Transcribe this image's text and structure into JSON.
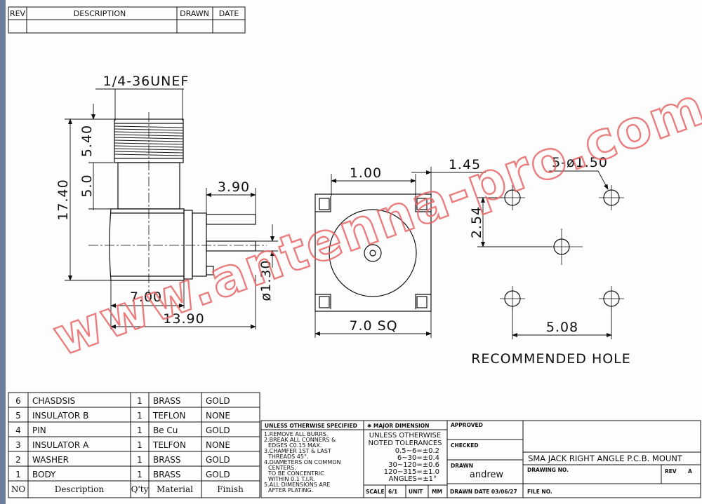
{
  "revision_block": {
    "headers": {
      "rev": "REV",
      "description": "DESCRIPTION",
      "drawn": "DRAWN",
      "date": "DATE"
    }
  },
  "watermark": "www.antenna-pro.com",
  "dimensions": {
    "thread": "1/4-36UNEF",
    "d_5_40": "5.40",
    "d_5_0": "5.0",
    "d_17_40": "17.40",
    "d_3_90": "3.90",
    "d_1_30": "ø1.30",
    "d_7_00": "7.00",
    "d_13_90": "13.90",
    "d_1_00": "1.00",
    "d_1_45": "1.45",
    "d_7_0_sq": "7.0 SQ",
    "holes": "5-ø1.50",
    "d_2_54": "2.54",
    "d_5_08": "5.08"
  },
  "recommended_hole_label": "RECOMMENDED HOLE",
  "bom": {
    "header": {
      "no": "NO",
      "description": "Description",
      "qty": "Q'ty",
      "material": "Material",
      "finish": "Finish"
    },
    "rows": [
      {
        "no": "6",
        "description": "CHASDSIS",
        "qty": "1",
        "material": "BRASS",
        "finish": "GOLD"
      },
      {
        "no": "5",
        "description": "INSULATOR B",
        "qty": "1",
        "material": "TEFLON",
        "finish": "NONE"
      },
      {
        "no": "4",
        "description": "PIN",
        "qty": "1",
        "material": "Be Cu",
        "finish": "GOLD"
      },
      {
        "no": "3",
        "description": "INSULATOR A",
        "qty": "1",
        "material": "TELFON",
        "finish": "NONE"
      },
      {
        "no": "2",
        "description": "WASHER",
        "qty": "1",
        "material": "BRASS",
        "finish": "GOLD"
      },
      {
        "no": "1",
        "description": "BODY",
        "qty": "1",
        "material": "BRASS",
        "finish": "GOLD"
      }
    ]
  },
  "title_block": {
    "unless_specified": "UNLESS OTHERWISE SPECIFIED",
    "notes": [
      "1.REMOVE ALL BURRS.",
      "2.BREAK ALL CONNERS &",
      "  EDGES C0.15 MAX.",
      "3.CHAMFER 1ST & LAST",
      "  THREADS 45°.",
      "4.DIAMETERS ON COMMON",
      "  CENTERS.",
      "  TO BE CONCENTRIC",
      "  WITHIN 0.1 T.I.R.",
      "5.ALL DIMENSIONS ARE",
      "  AFTER PLATING."
    ],
    "major_dimension": "✱ MAJOR DIMENSION",
    "tolerances": [
      "UNLESS OTHERWISE",
      "NOTED TOLERANCES",
      "0.5~6=±0.2",
      "6~30=±0.4",
      "30~120=±0.6",
      "120~315=±1.0",
      "ANGLES=±1°"
    ],
    "scale_label": "SCALE",
    "scale_value": "6/1",
    "unit_label": "UNIT",
    "unit_value": "MM",
    "approved_label": "APPROVED",
    "checked_label": "CHECKED",
    "drawn_label": "DRAWN",
    "drawn_value": "andrew",
    "drawn_date": "DRAWN DATE 03/06/27",
    "title": "SMA JACK RIGHT ANGLE P.C.B. MOUNT",
    "drawing_no_label": "DRAWING NO.",
    "rev_label": "REV",
    "rev_value": "A",
    "file_no_label": "FILE NO."
  }
}
